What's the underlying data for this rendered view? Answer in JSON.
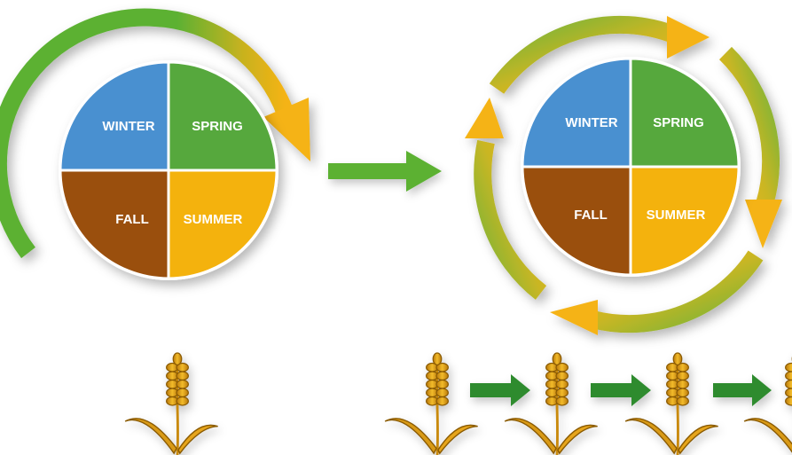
{
  "seasons": {
    "winter": {
      "label": "WINTER",
      "color": "#4a90d0"
    },
    "spring": {
      "label": "SPRING",
      "color": "#56a83c"
    },
    "fall": {
      "label": "FALL",
      "color": "#9a4f0c"
    },
    "summer": {
      "label": "SUMMER",
      "color": "#f4b20c"
    }
  },
  "colors": {
    "cycle_green": "#5bb133",
    "cycle_orange": "#f5b314",
    "transition_arrow": "#5bb133",
    "small_arrow": "#2e8b2e",
    "wheat": "#e6a51a",
    "wheat_dark": "#b9780a"
  },
  "diagram": {
    "left": {
      "description_icon": "single-crop-cycle",
      "wheat_plants": 1
    },
    "right": {
      "description_icon": "multiple-crop-cycle",
      "wheat_plants": 4
    }
  }
}
